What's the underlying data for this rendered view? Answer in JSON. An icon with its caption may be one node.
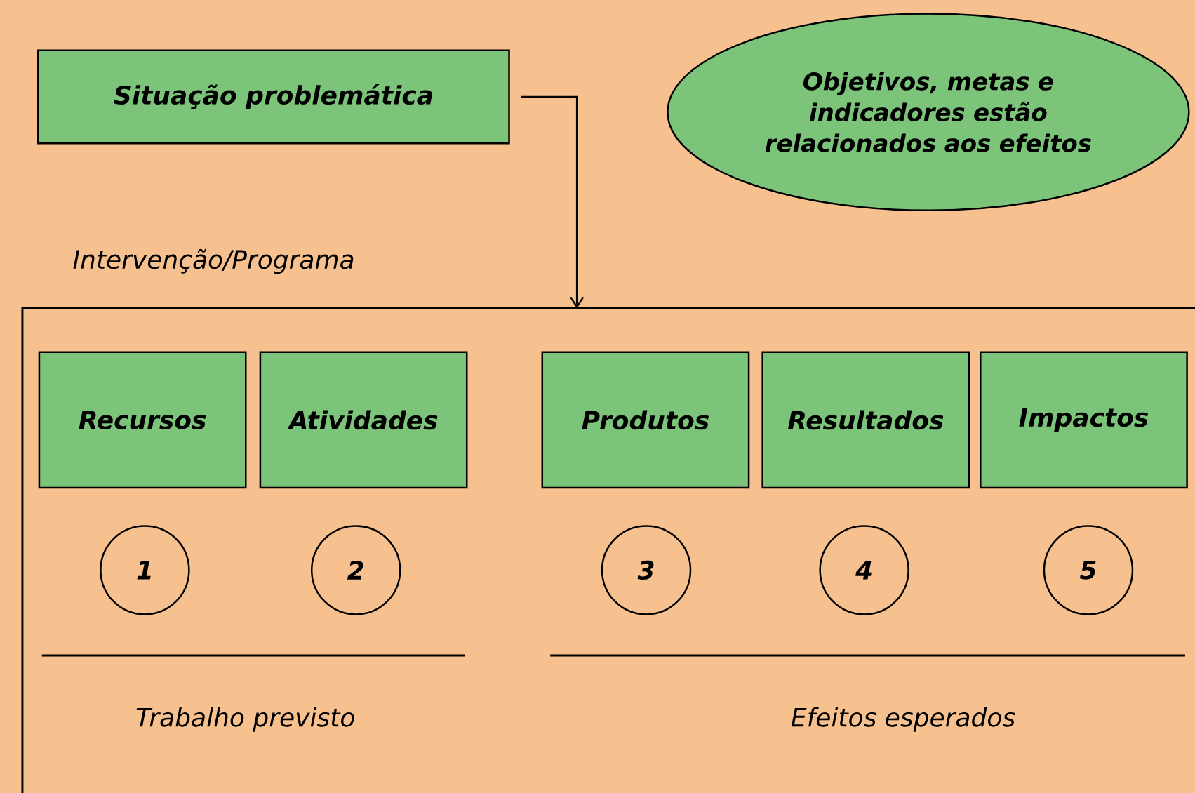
{
  "diagram": {
    "nodes": [
      {
        "text": [
          "Situação problemática"
        ]
      },
      {
        "text": [
          "Objetivos, metas e indicadores estão relacionados aos efeitos"
        ]
      },
      {
        "text": [
          "Intervenção/Programa"
        ]
      },
      {
        "text": [
          "Recursos"
        ],
        "in": 2
      },
      {
        "text": [
          "Atividades"
        ],
        "in": 2
      },
      {
        "text": [
          "Produtos"
        ],
        "in": 2
      },
      {
        "text": [
          "Resultados"
        ],
        "in": 2
      },
      {
        "text": [
          "Impactos"
        ],
        "in": 2
      },
      {
        "text": [
          "1"
        ],
        "in": 2
      },
      {
        "text": [
          "2"
        ],
        "in": 2
      },
      {
        "text": [
          "3"
        ],
        "in": 2
      },
      {
        "text": [
          "4"
        ],
        "in": 2
      },
      {
        "text": [
          "5"
        ],
        "in": 2
      }
    ],
    "edges": [
      {
        "from": 0,
        "to": 2,
        "arrow": "to"
      }
    ],
    "labels": [
      "Trabalho previsto",
      "Efeitos esperados"
    ]
  }
}
